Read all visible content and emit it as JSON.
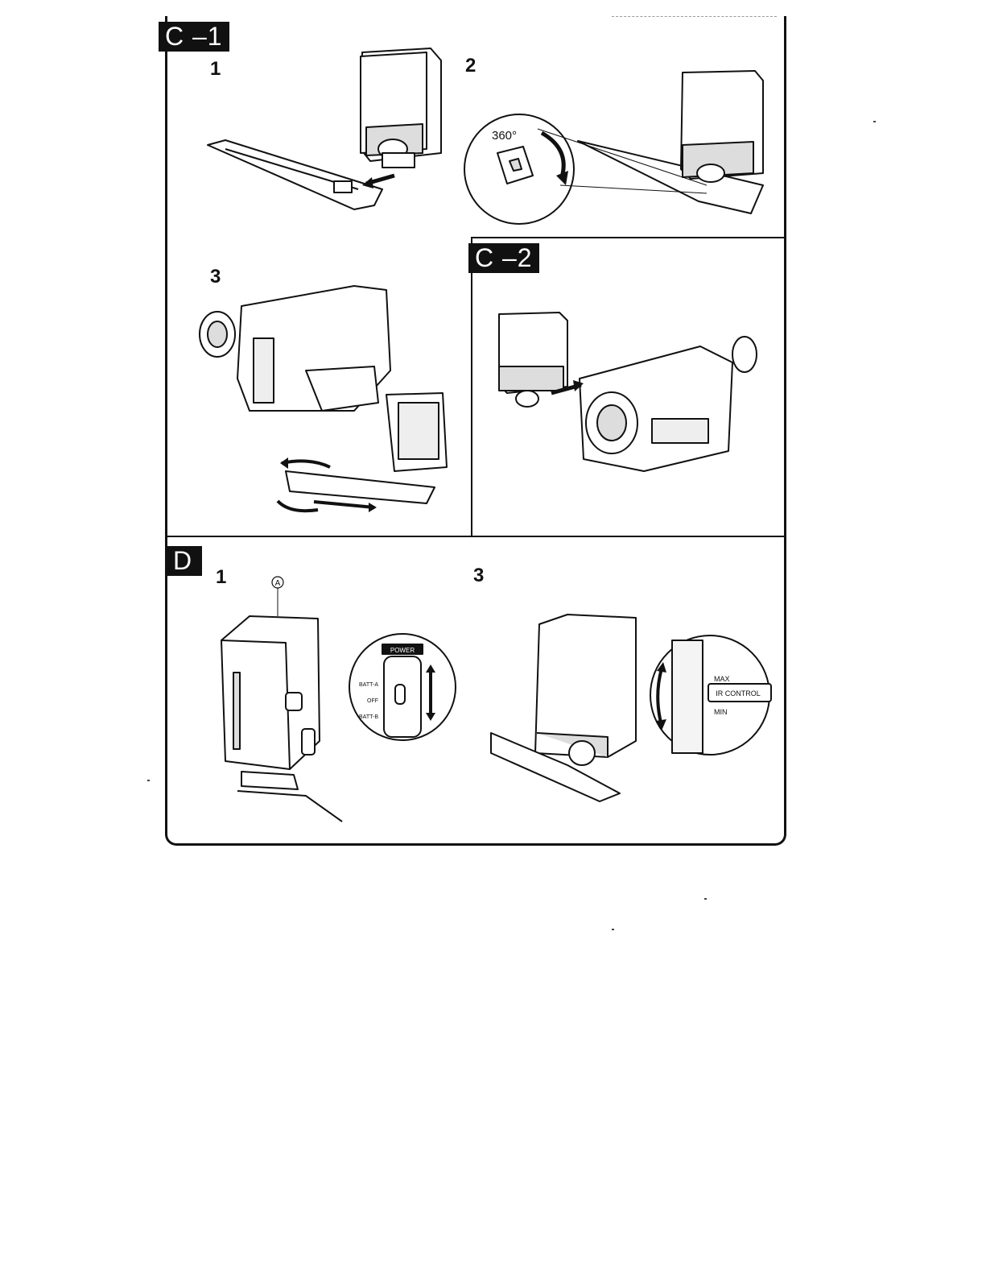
{
  "sections": {
    "c1": {
      "label": "C –1",
      "steps": [
        "1",
        "2",
        "3"
      ],
      "angle": "360°"
    },
    "c2": {
      "label": "C –2"
    },
    "d": {
      "label": "D",
      "steps": [
        "1",
        "3"
      ],
      "marker": "A",
      "power_switch": {
        "title": "POWER",
        "batt_a": "BATT-A",
        "off": "OFF",
        "batt_b": "BATT-B"
      },
      "ir_control": {
        "label": "IR CONTROL",
        "max": "MAX",
        "min": "MIN"
      }
    }
  }
}
